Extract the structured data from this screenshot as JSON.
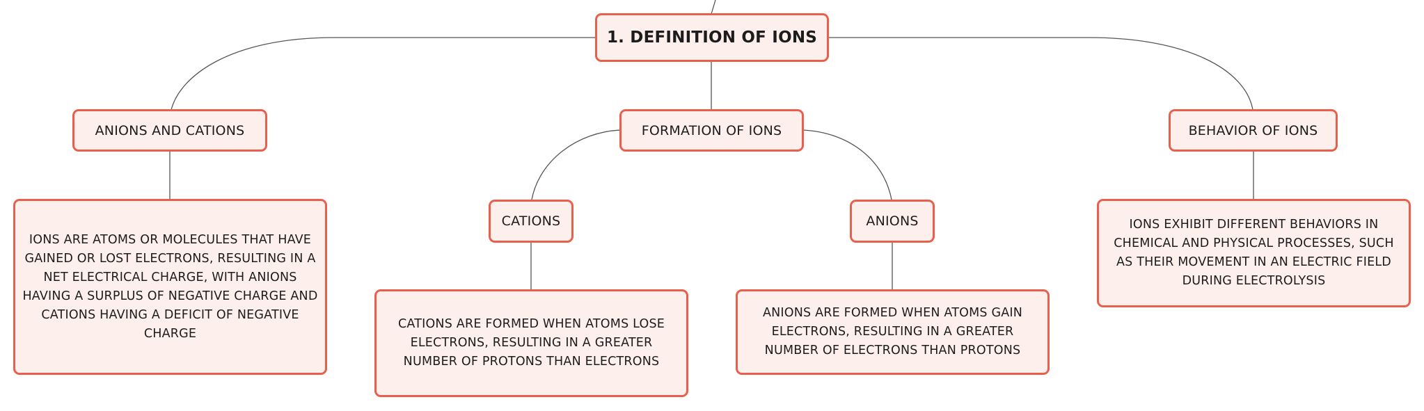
{
  "mindmap": {
    "root": {
      "label": "1. DEFINITION OF IONS"
    },
    "branches": [
      {
        "label": "ANIONS AND CATIONS",
        "detail": "IONS ARE ATOMS OR MOLECULES THAT HAVE GAINED OR LOST ELECTRONS, RESULTING IN A NET ELECTRICAL CHARGE, WITH ANIONS HAVING A SURPLUS OF NEGATIVE CHARGE AND CATIONS HAVING A DEFICIT OF NEGATIVE CHARGE"
      },
      {
        "label": "FORMATION OF IONS",
        "children": [
          {
            "label": "CATIONS",
            "detail": "CATIONS ARE FORMED WHEN ATOMS LOSE ELECTRONS, RESULTING IN A GREATER NUMBER OF PROTONS THAN ELECTRONS"
          },
          {
            "label": "ANIONS",
            "detail": "ANIONS ARE FORMED WHEN ATOMS GAIN ELECTRONS, RESULTING IN A GREATER NUMBER OF ELECTRONS THAN PROTONS"
          }
        ]
      },
      {
        "label": "BEHAVIOR OF IONS",
        "detail": "IONS EXHIBIT DIFFERENT BEHAVIORS IN CHEMICAL AND PHYSICAL PROCESSES, SUCH AS THEIR MOVEMENT IN AN ELECTRIC FIELD DURING ELECTROLYSIS"
      }
    ]
  },
  "colors": {
    "node_border": "#e8604c",
    "node_fill": "#fdf0ec",
    "connector": "#555555",
    "text": "#1c1c1c"
  }
}
